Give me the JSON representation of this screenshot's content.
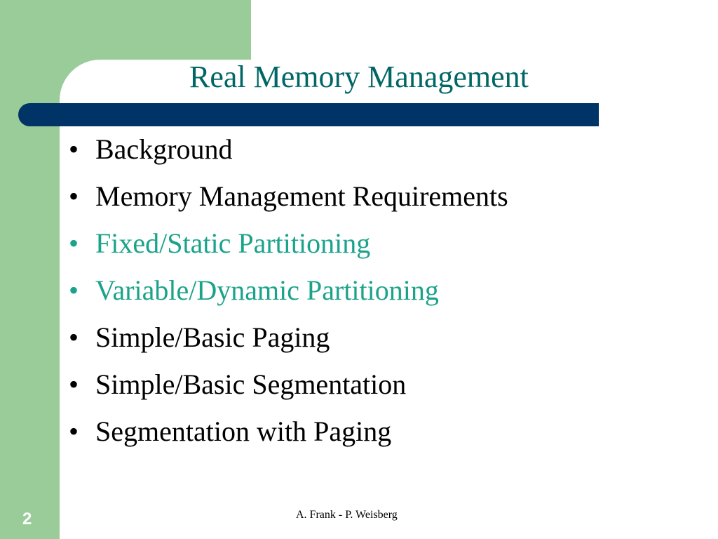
{
  "slide": {
    "title": "Real Memory Management",
    "bullets": [
      {
        "text": "Background",
        "highlighted": false
      },
      {
        "text": "Memory Management Requirements",
        "highlighted": false
      },
      {
        "text": "Fixed/Static Partitioning",
        "highlighted": true
      },
      {
        "text": "Variable/Dynamic Partitioning",
        "highlighted": true
      },
      {
        "text": "Simple/Basic Paging",
        "highlighted": false
      },
      {
        "text": "Simple/Basic Segmentation",
        "highlighted": false
      },
      {
        "text": "Segmentation with Paging",
        "highlighted": false
      }
    ],
    "bullet_symbol": "•",
    "footer": "A. Frank - P. Weisberg",
    "page_number": "2"
  },
  "colors": {
    "green_frame": "#99cc99",
    "navy_bar": "#003366",
    "title": "#006666",
    "highlight": "#1aa38a",
    "text": "#000000"
  }
}
